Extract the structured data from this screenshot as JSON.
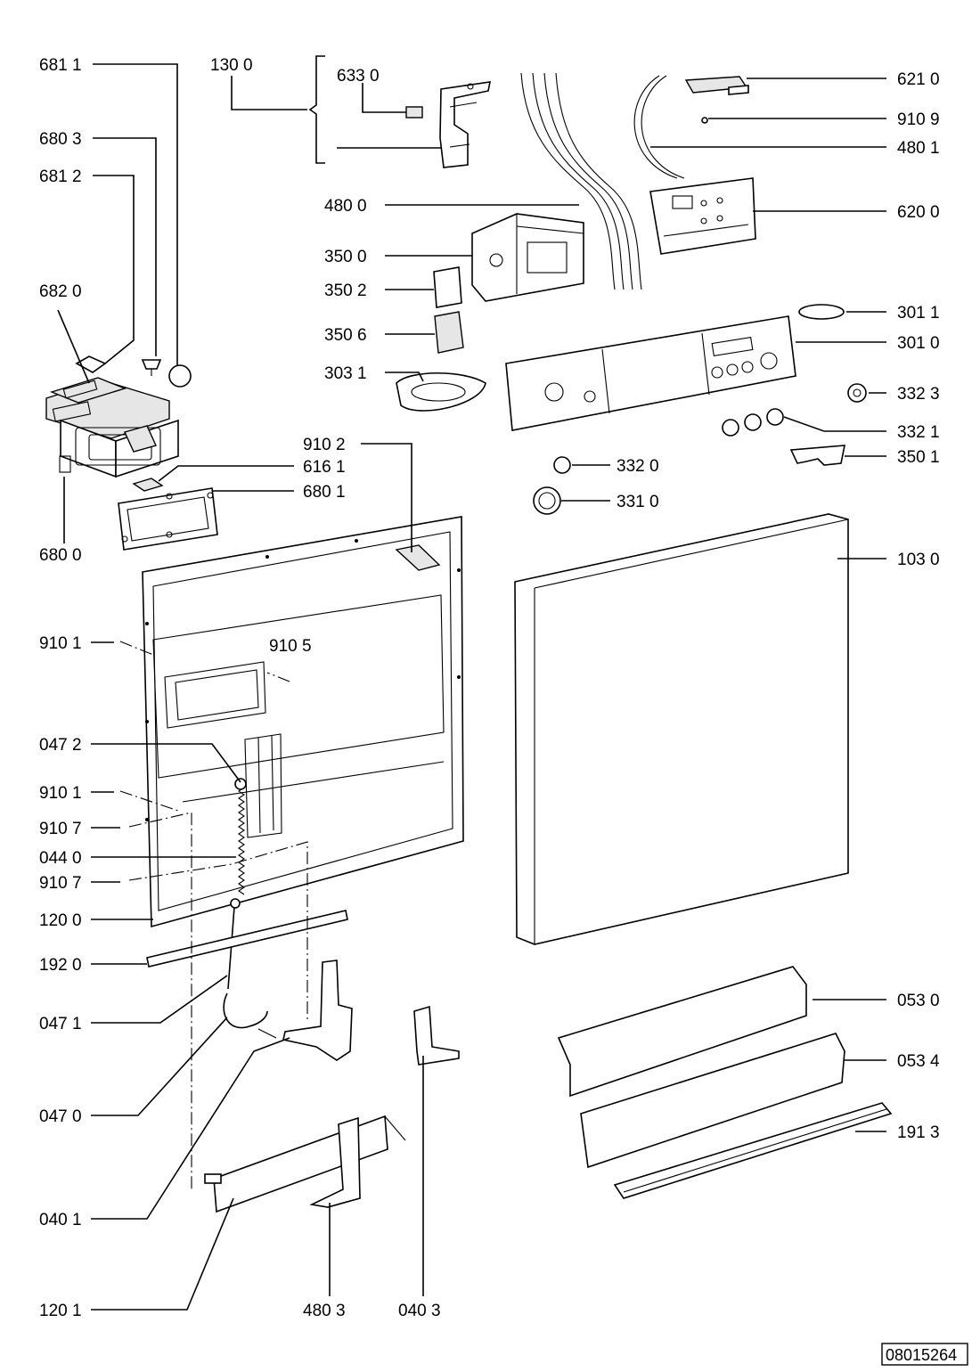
{
  "labels": [
    {
      "text": "681 1"
    },
    {
      "text": "130 0"
    },
    {
      "text": "633 0"
    },
    {
      "text": "621 0"
    },
    {
      "text": "910 9"
    },
    {
      "text": "480 1"
    },
    {
      "text": "680 3"
    },
    {
      "text": "681 2"
    },
    {
      "text": "480 0"
    },
    {
      "text": "620 0"
    },
    {
      "text": "350 0"
    },
    {
      "text": "682 0"
    },
    {
      "text": "350 2"
    },
    {
      "text": "301 1"
    },
    {
      "text": "350 6"
    },
    {
      "text": "301 0"
    },
    {
      "text": "303 1"
    },
    {
      "text": "332 3"
    },
    {
      "text": "332 1"
    },
    {
      "text": "910 2"
    },
    {
      "text": "616 1"
    },
    {
      "text": "350 1"
    },
    {
      "text": "332 0"
    },
    {
      "text": "680 1"
    },
    {
      "text": "331 0"
    },
    {
      "text": "680 0"
    },
    {
      "text": "103 0"
    },
    {
      "text": "910 1"
    },
    {
      "text": "910 5"
    },
    {
      "text": "047 2"
    },
    {
      "text": "910 1"
    },
    {
      "text": "910 7"
    },
    {
      "text": "044 0"
    },
    {
      "text": "910 7"
    },
    {
      "text": "120 0"
    },
    {
      "text": "192 0"
    },
    {
      "text": "053 0"
    },
    {
      "text": "047 1"
    },
    {
      "text": "053 4"
    },
    {
      "text": "047 0"
    },
    {
      "text": "191 3"
    },
    {
      "text": "040 1"
    },
    {
      "text": "120 1"
    },
    {
      "text": "480 3"
    },
    {
      "text": "040 3"
    }
  ],
  "drawing_code": "08015264"
}
